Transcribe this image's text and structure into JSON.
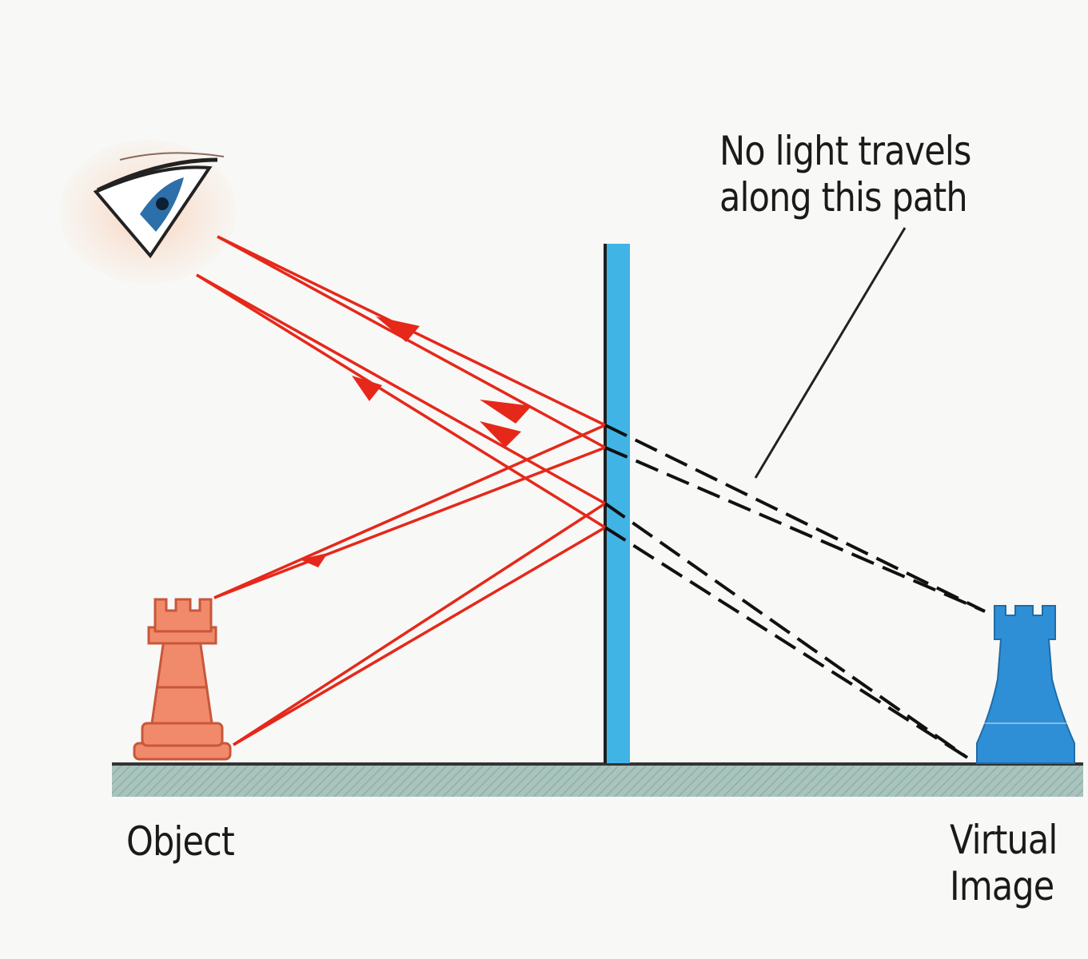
{
  "labels": {
    "note_line1": "No light travels",
    "note_line2": "along this path",
    "object": "Object",
    "virtual_line1": "Virtual",
    "virtual_line2": "Image"
  },
  "colors": {
    "ray": "#e5281a",
    "mirror": "#41b4e6",
    "object_rook": "#f08a6a",
    "image_rook": "#2e8fd6",
    "ground": "#a9c3bd",
    "dashed": "#111111"
  },
  "icons": {
    "eye": "eye-icon",
    "object": "rook-object-icon",
    "image": "rook-image-icon"
  }
}
